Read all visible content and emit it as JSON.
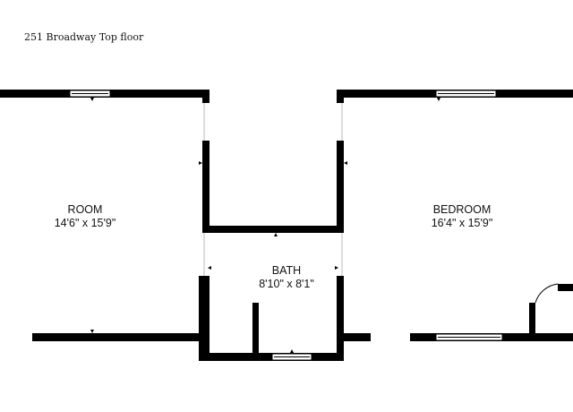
{
  "title": "251 Broadway Top floor",
  "rooms": [
    {
      "name": "ROOM",
      "size": "14'6\" x 15'9\""
    },
    {
      "name": "BEDROOM",
      "size": "16'4\" x 15'9\""
    },
    {
      "name": "BATH",
      "size": "8'10\" x 8'1\""
    }
  ]
}
